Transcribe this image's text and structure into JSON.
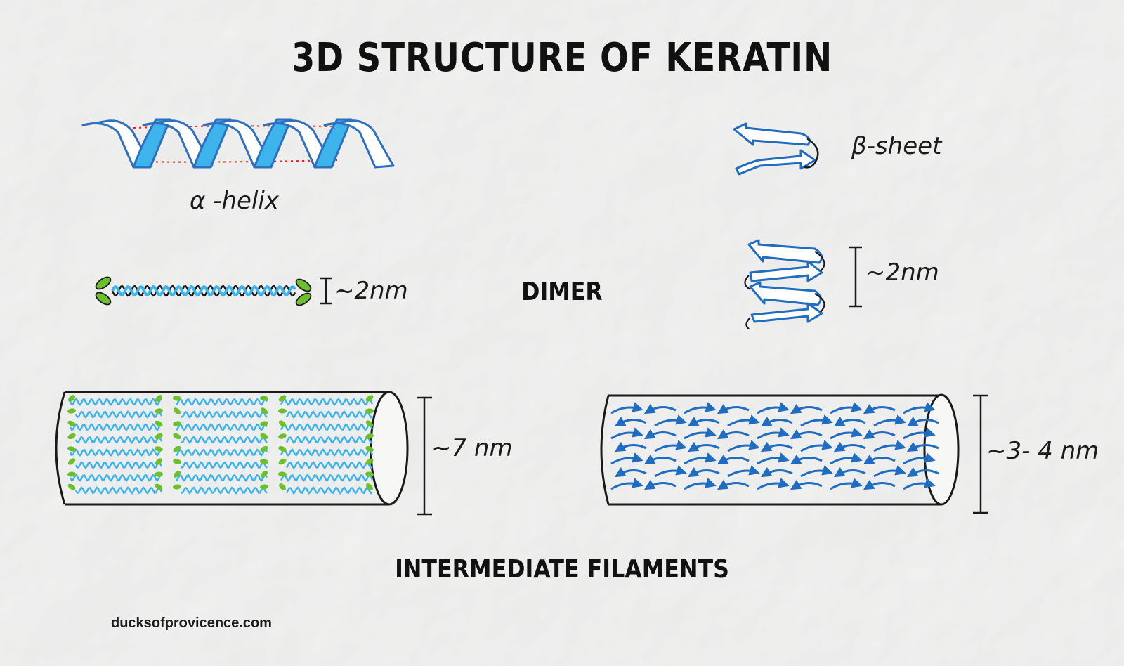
{
  "title": "3D STRUCTURE OF KERATIN",
  "labels": {
    "alpha_helix": "α -helix",
    "beta_sheet": "β-sheet",
    "dimer": "DIMER",
    "alpha_dimer_size": "~2nm",
    "beta_dimer_size": "~2nm",
    "alpha_filament_size": "~7 nm",
    "beta_filament_size": "~3- 4 nm",
    "filaments": "INTERMEDIATE FILAMENTS"
  },
  "footer": "ducksofprovicence.com",
  "colors": {
    "ribbon": "#2e6fbf",
    "ribbon_fill": "#3db4ec",
    "leaf": "#6cc02b",
    "beta_arrow": "#1f6dc0",
    "hbond": "#e02020",
    "ink": "#1a1a1a"
  }
}
